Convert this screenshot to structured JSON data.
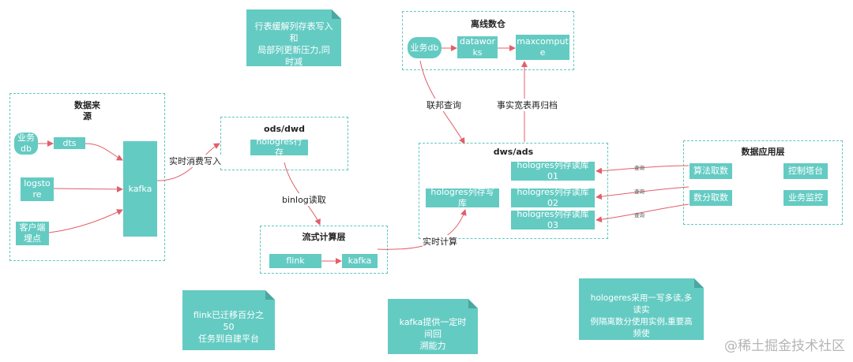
{
  "groups": {
    "source": "数据来\n源",
    "offline": "离线数仓",
    "ods": "ods/dwd",
    "stream": "流式计算层",
    "dws": "dws/ads",
    "app": "数据应用层"
  },
  "nodes": {
    "biz_db_src": "业务\ndb",
    "dts": "dts",
    "logstore": "logsto\nre",
    "client": "客户端\n埋点",
    "kafka_src": "kafka",
    "hologres_row": "hologres行存",
    "flink": "flink",
    "kafka_stream": "kafka",
    "biz_db_off": "业务db",
    "dataworks": "datawor\nks",
    "maxcompute": "maxcomput\ne",
    "holo_write": "hologres列存写库",
    "holo_read01": "hologres列存读库01",
    "holo_read02": "hologres列存读库02",
    "holo_read03": "hologres列存读库03",
    "algo": "算法取数",
    "dataq": "数分取数",
    "control": "控制塔台",
    "monitor": "业务监控"
  },
  "edges": {
    "realtime_write": "实时消费写入",
    "binlog": "binlog读取",
    "realtime_calc": "实时计算",
    "federated": "联邦查询",
    "archive": "事实宽表再归档",
    "query1": "查询",
    "query2": "查询",
    "query3": "查询"
  },
  "notes": {
    "row_col": "行表缓解列存表写入和\n局部列更新压力,同时减\n轻flink任务的复杂度",
    "flink_migrate": "flink已迁移百分之50\n任务到自建平台",
    "kafka_replay": "kafka提供一定时间回\n溯能力",
    "hologres_multi": "hologeres采用一写多读,多读实\n例隔离数分使用实例,重要高频使\n用报表单独实例隔离"
  },
  "watermark": "@稀土掘金技术社区",
  "colors": {
    "node": "#64cbc3",
    "border": "#5fc8bf",
    "arrow": "#e0606a"
  }
}
